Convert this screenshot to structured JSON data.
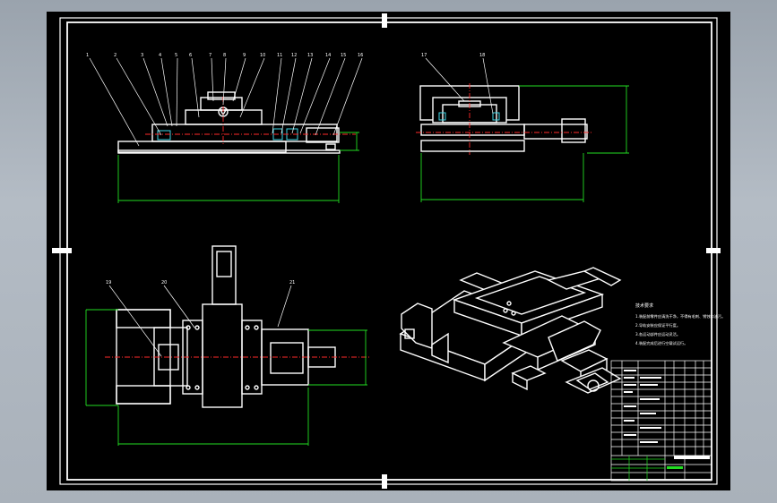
{
  "sheet": {
    "background": "#000000",
    "line_color": "#ffffff",
    "dimension_color": "#22dd22",
    "centerline_color": "#ff2a2a",
    "hatch_color": "#3fd6e6"
  },
  "views": {
    "front": {
      "balloons": [
        "1",
        "2",
        "3",
        "4",
        "5",
        "6",
        "7",
        "8",
        "9",
        "10",
        "11",
        "12",
        "13",
        "14",
        "15",
        "16"
      ]
    },
    "side": {
      "balloons": [
        "17",
        "18"
      ]
    },
    "top": {
      "balloons": [
        "19",
        "20",
        "21"
      ]
    },
    "isometric": {}
  },
  "notes": {
    "title": "技术要求",
    "lines": [
      "1.装配前零件应清洗干净，不得有毛刺、锈蚀和油污。",
      "2.导轨安装应保证平行度。",
      "3.各运动部件应运动灵活。",
      "4.装配完成后进行空载试运行。"
    ]
  }
}
